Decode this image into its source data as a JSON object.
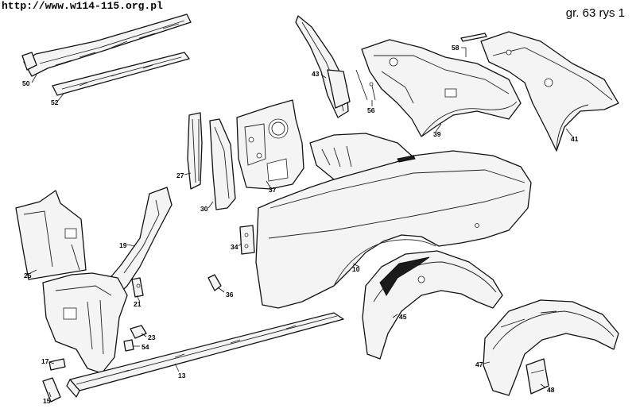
{
  "header": {
    "url": "http://www.w114-115.org.pl",
    "reference": "gr. 63 rys 1"
  },
  "callouts": {
    "p50": "50",
    "p52": "52",
    "p43": "43",
    "p56": "56",
    "p58": "58",
    "p39": "39",
    "p41": "41",
    "p27": "27",
    "p30": "30",
    "p37": "37",
    "p25": "25",
    "p19": "19",
    "p21": "21",
    "p36": "36",
    "p34": "34",
    "p10": "10",
    "p45": "45",
    "p23": "23",
    "p54": "54",
    "p17": "17",
    "p13": "13",
    "p15": "15",
    "p47": "47",
    "p48": "48"
  }
}
